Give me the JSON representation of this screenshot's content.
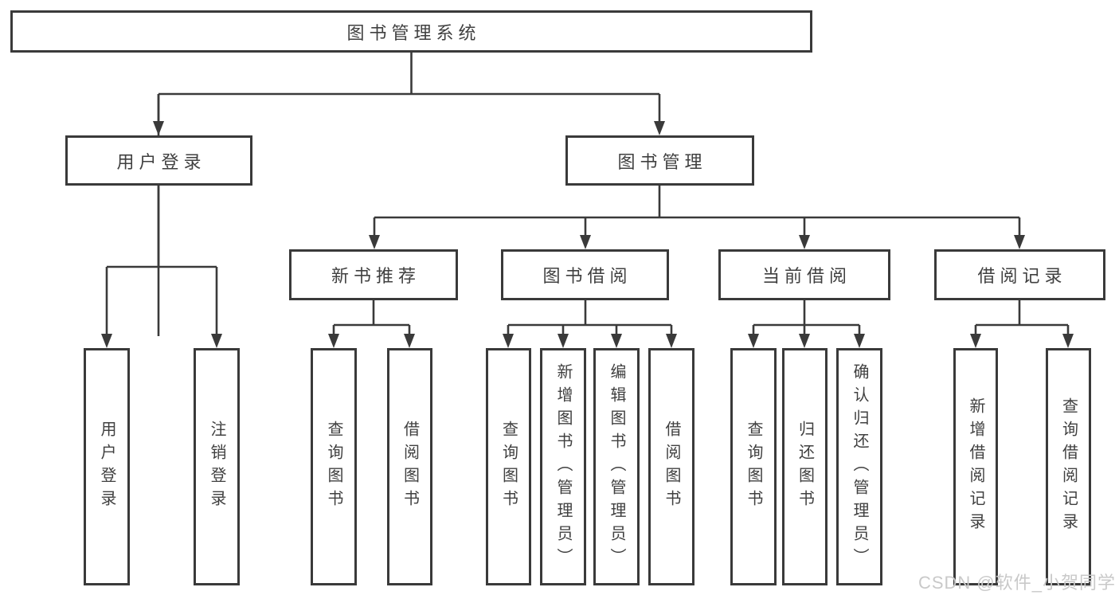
{
  "diagram": {
    "type": "hierarchy-tree",
    "tree": {
      "label": "图书管理系统",
      "children": [
        {
          "label": "用户登录",
          "children": [
            {
              "label": "用户登录"
            },
            {
              "label": "注销登录"
            }
          ]
        },
        {
          "label": "图书管理",
          "children": [
            {
              "label": "新书推荐",
              "children": [
                {
                  "label": "查询图书"
                },
                {
                  "label": "借阅图书"
                }
              ]
            },
            {
              "label": "图书借阅",
              "children": [
                {
                  "label": "查询图书"
                },
                {
                  "label": "新增图书（管理员）"
                },
                {
                  "label": "编辑图书（管理员）"
                },
                {
                  "label": "借阅图书"
                }
              ]
            },
            {
              "label": "当前借阅",
              "children": [
                {
                  "label": "查询图书"
                },
                {
                  "label": "归还图书"
                },
                {
                  "label": "确认归还（管理员）"
                }
              ]
            },
            {
              "label": "借阅记录",
              "children": [
                {
                  "label": "新增借阅记录"
                },
                {
                  "label": "查询借阅记录"
                }
              ]
            }
          ]
        }
      ]
    },
    "colors": {
      "line": "#3a3a3a",
      "box_border": "#3a3a3a",
      "text": "#404040",
      "background": "#ffffff",
      "watermark": "#c9c9c9"
    }
  },
  "watermark": {
    "text": "CSDN @软件_小贺同学"
  }
}
